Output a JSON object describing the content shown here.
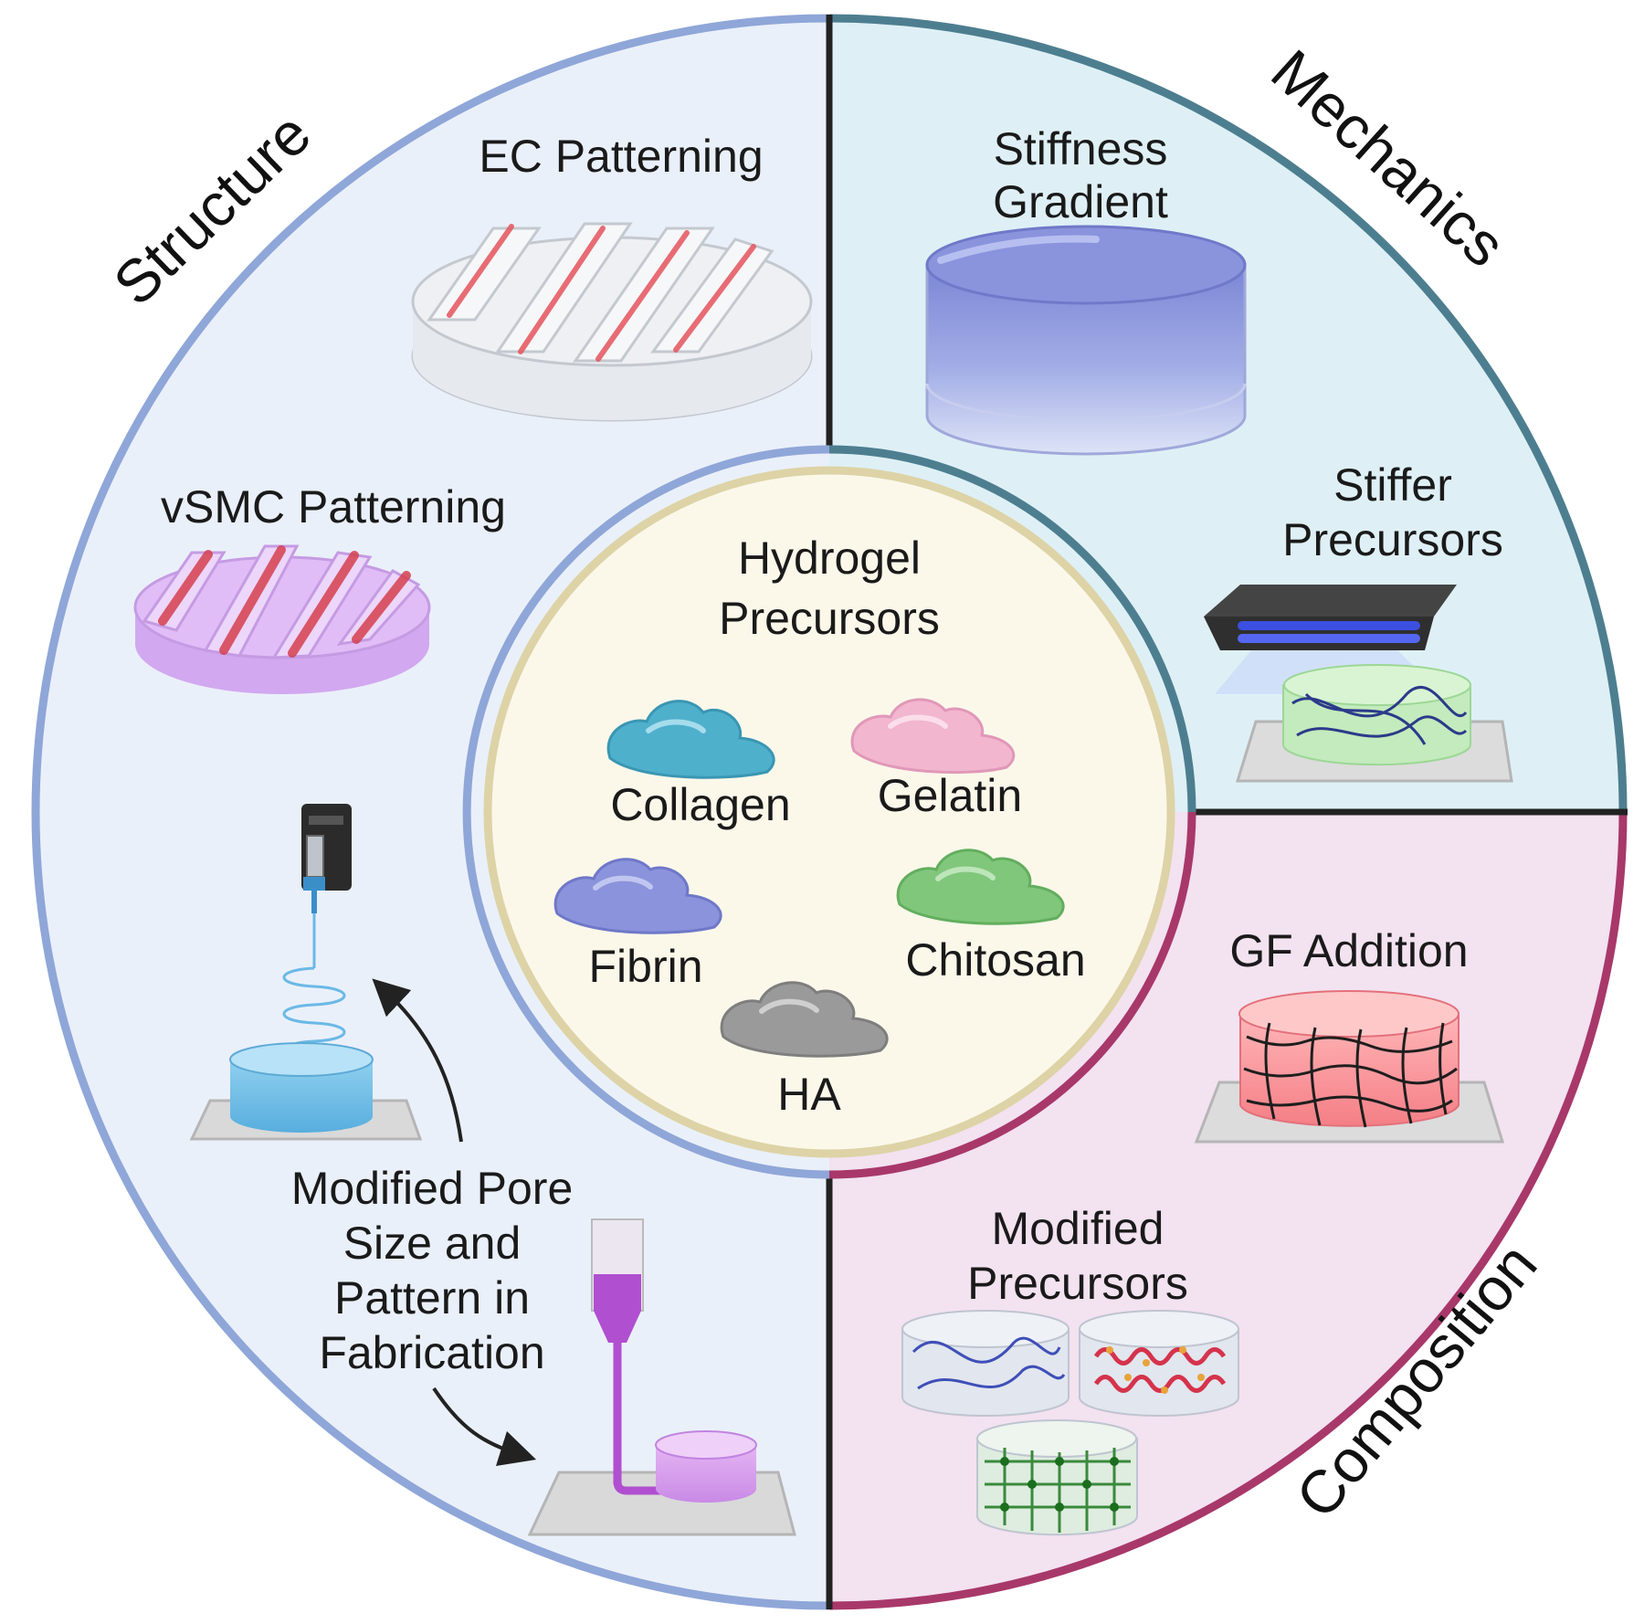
{
  "sections": {
    "structure": "Structure",
    "mechanics": "Mechanics",
    "composition": "Composition"
  },
  "labels": {
    "ec_patterning": "EC Patterning",
    "vsmc_patterning": "vSMC Patterning",
    "stiffness_line1": "Stiffness",
    "stiffness_line2": "Gradient",
    "stiffer_line1": "Stiffer",
    "stiffer_line2": "Precursors",
    "gf_addition": "GF Addition",
    "modified_precursors_line1": "Modified",
    "modified_precursors_line2": "Precursors",
    "pore_line1": "Modified Pore",
    "pore_line2": "Size and",
    "pore_line3": "Pattern in",
    "pore_line4": "Fabrication"
  },
  "center": {
    "title_line1": "Hydrogel",
    "title_line2": "Precursors",
    "materials": [
      "Collagen",
      "Gelatin",
      "Fibrin",
      "Chitosan",
      "HA"
    ]
  },
  "colors": {
    "structure_bg": "#eaf0fa",
    "structure_ring": "#8fa6d8",
    "mechanics_bg": "#def0f6",
    "mechanics_ring": "#4d7e90",
    "composition_bg": "#f3e2f0",
    "composition_ring": "#a8386a",
    "center_bg": "#fbf8ea",
    "center_ring": "#ddd3a6",
    "collagen": "#4fb0cc",
    "gelatin": "#f2b6cf",
    "fibrin": "#8b93dc",
    "chitosan": "#80c77c",
    "ha": "#9a9a9a"
  }
}
